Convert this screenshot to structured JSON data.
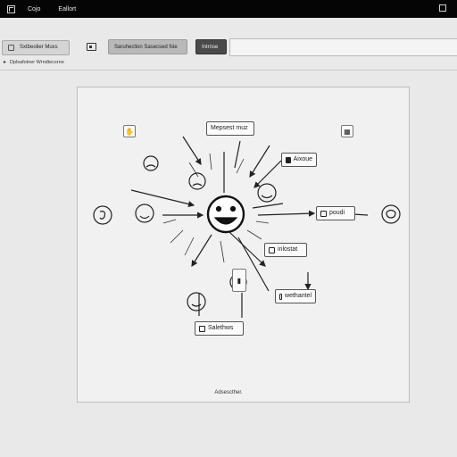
{
  "menubar": {
    "items": [
      "Cojo",
      "Eallort"
    ]
  },
  "toolbar": {
    "left_label": "Sxtbeolier Muxs",
    "mid_label": "Saruhecllon Sasecsed fsle",
    "dark_label": "Intrnse",
    "field_value": ""
  },
  "breadcrumb": {
    "text": "Dplsafotner Wrndtecsrne"
  },
  "diagram": {
    "top_label": "Mepsest muz",
    "right_top_label": "Aixoue",
    "right_mid_label": "poudi",
    "right_low_label": "inlostat",
    "right_bottom_label": "wethantel",
    "bottom_label": "Salethws",
    "icons": [
      "brain-icon",
      "face-icon",
      "lock-icon",
      "sun-face-icon",
      "hand-icon",
      "smiley-center-icon",
      "frown-icon",
      "ear-icon"
    ]
  },
  "status": {
    "text": "Adsescther."
  }
}
